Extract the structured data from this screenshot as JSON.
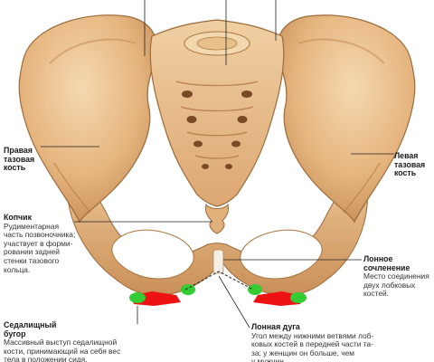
{
  "labels": {
    "right_hip": {
      "title": "Правая\nтазовая\nкость"
    },
    "left_hip": {
      "title": "Левая\nтазовая\nкость"
    },
    "coccyx": {
      "title": "Копчик",
      "desc": "Рудиментарная\nчасть позвоночника;\nучаствует в форми-\nровании задней\nстенки тазового\nкольца."
    },
    "pubic_symphysis": {
      "title": "Лонное\nсочленение",
      "desc": "Место соединения\nдвух лобковых\nкостей."
    },
    "ischial_tuberosity": {
      "title": "Седалищный\nбугор",
      "desc": "Массивный выступ седалищной\nкости, принимающий на себя вес\nтела в положении сидя."
    },
    "pubic_arch": {
      "title": "Лонная дуга",
      "desc": "Угол между нижними ветвями лоб-\nковых костей в передней части та-\nза; у женщин он больше, чем\nу мужчин."
    }
  },
  "colors": {
    "bone_light": "#eec99a",
    "bone_mid": "#d9a36a",
    "bone_shadow": "#b9804a",
    "bone_outline": "#9b6a3b",
    "ischial_marker": "#ee1111",
    "ischial_tip": "#33cc33",
    "leader_line": "#222222"
  }
}
